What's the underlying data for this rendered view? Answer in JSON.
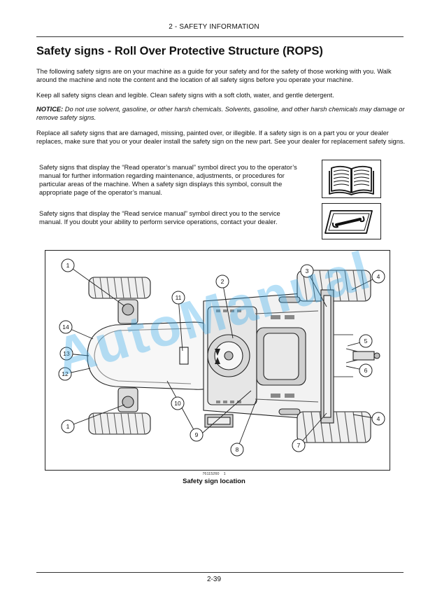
{
  "header": {
    "section": "2 - SAFETY INFORMATION"
  },
  "title": "Safety signs - Roll Over Protective Structure (ROPS)",
  "paragraphs": {
    "intro": "The following safety signs are on your machine as a guide for your safety and for the safety of those working with you. Walk around the machine and note the content and the location of all safety signs before you operate your machine.",
    "keep_clean": "Keep all safety signs clean and legible. Clean safety signs with a soft cloth, water, and gentle detergent.",
    "notice_label": "NOTICE:",
    "notice_text": " Do not use solvent, gasoline, or other harsh chemicals. Solvents, gasoline, and other harsh chemicals may damage or remove safety signs.",
    "replace": "Replace all safety signs that are damaged, missing, painted over, or illegible.  If a safety sign is on a part you or your dealer replaces, make sure that you or your dealer install the safety sign on the new part.  See your dealer for replacement safety signs."
  },
  "symbols": [
    {
      "text": "Safety signs that display the “Read operator’s manual” symbol direct you to the operator’s manual for further information regarding maintenance, adjustments, or procedures for particular areas of the machine.  When a safety sign displays this symbol, consult the appropriate page of the operator’s manual.",
      "icon": "open-book-icon"
    },
    {
      "text": "Safety signs that display the “Read service manual” symbol direct you to the service manual.  If you doubt your ability to perform service operations, contact your dealer.",
      "icon": "wrench-book-icon"
    }
  ],
  "figure": {
    "number": "76115260",
    "index": "1",
    "caption": "Safety sign location",
    "callouts": [
      "1",
      "2",
      "3",
      "4",
      "5",
      "6",
      "4",
      "7",
      "8",
      "9",
      "10",
      "1",
      "12",
      "13",
      "14",
      "11"
    ]
  },
  "watermark": "AutoManual",
  "footer": {
    "page": "2-39"
  }
}
